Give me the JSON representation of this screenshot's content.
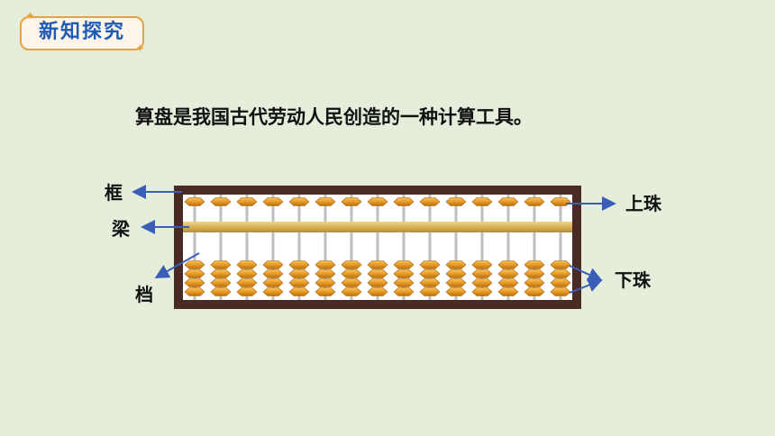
{
  "section_badge": {
    "label": "新知探究"
  },
  "headline": "算盘是我国古代劳动人民创造的一种计算工具。",
  "abacus": {
    "rods": 15,
    "upper_beads_per_rod": 1,
    "lower_beads_per_rod": 4,
    "labels": {
      "frame": "框",
      "beam": "梁",
      "rod": "档",
      "upper_bead": "上珠",
      "lower_bead": "下珠"
    },
    "colors": {
      "frame": "#4a2a24",
      "beam": "#d9b255",
      "bead": "#e79a26",
      "rod": "#bfbfbf",
      "arrow": "#3a5eb8"
    }
  }
}
